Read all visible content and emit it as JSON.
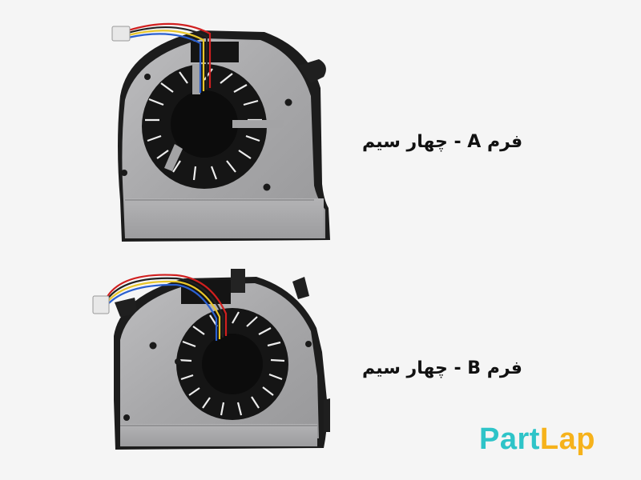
{
  "labels": {
    "fan_a": "فرم A - چهار سیم",
    "fan_b": "فرم B - چهار سیم"
  },
  "logo": {
    "part": "Part",
    "lap": "Lap"
  },
  "colors": {
    "background": "#f5f5f5",
    "metal": "#a9a9ab",
    "brand_teal": "#2ec4c8",
    "brand_orange": "#f6b21b"
  }
}
